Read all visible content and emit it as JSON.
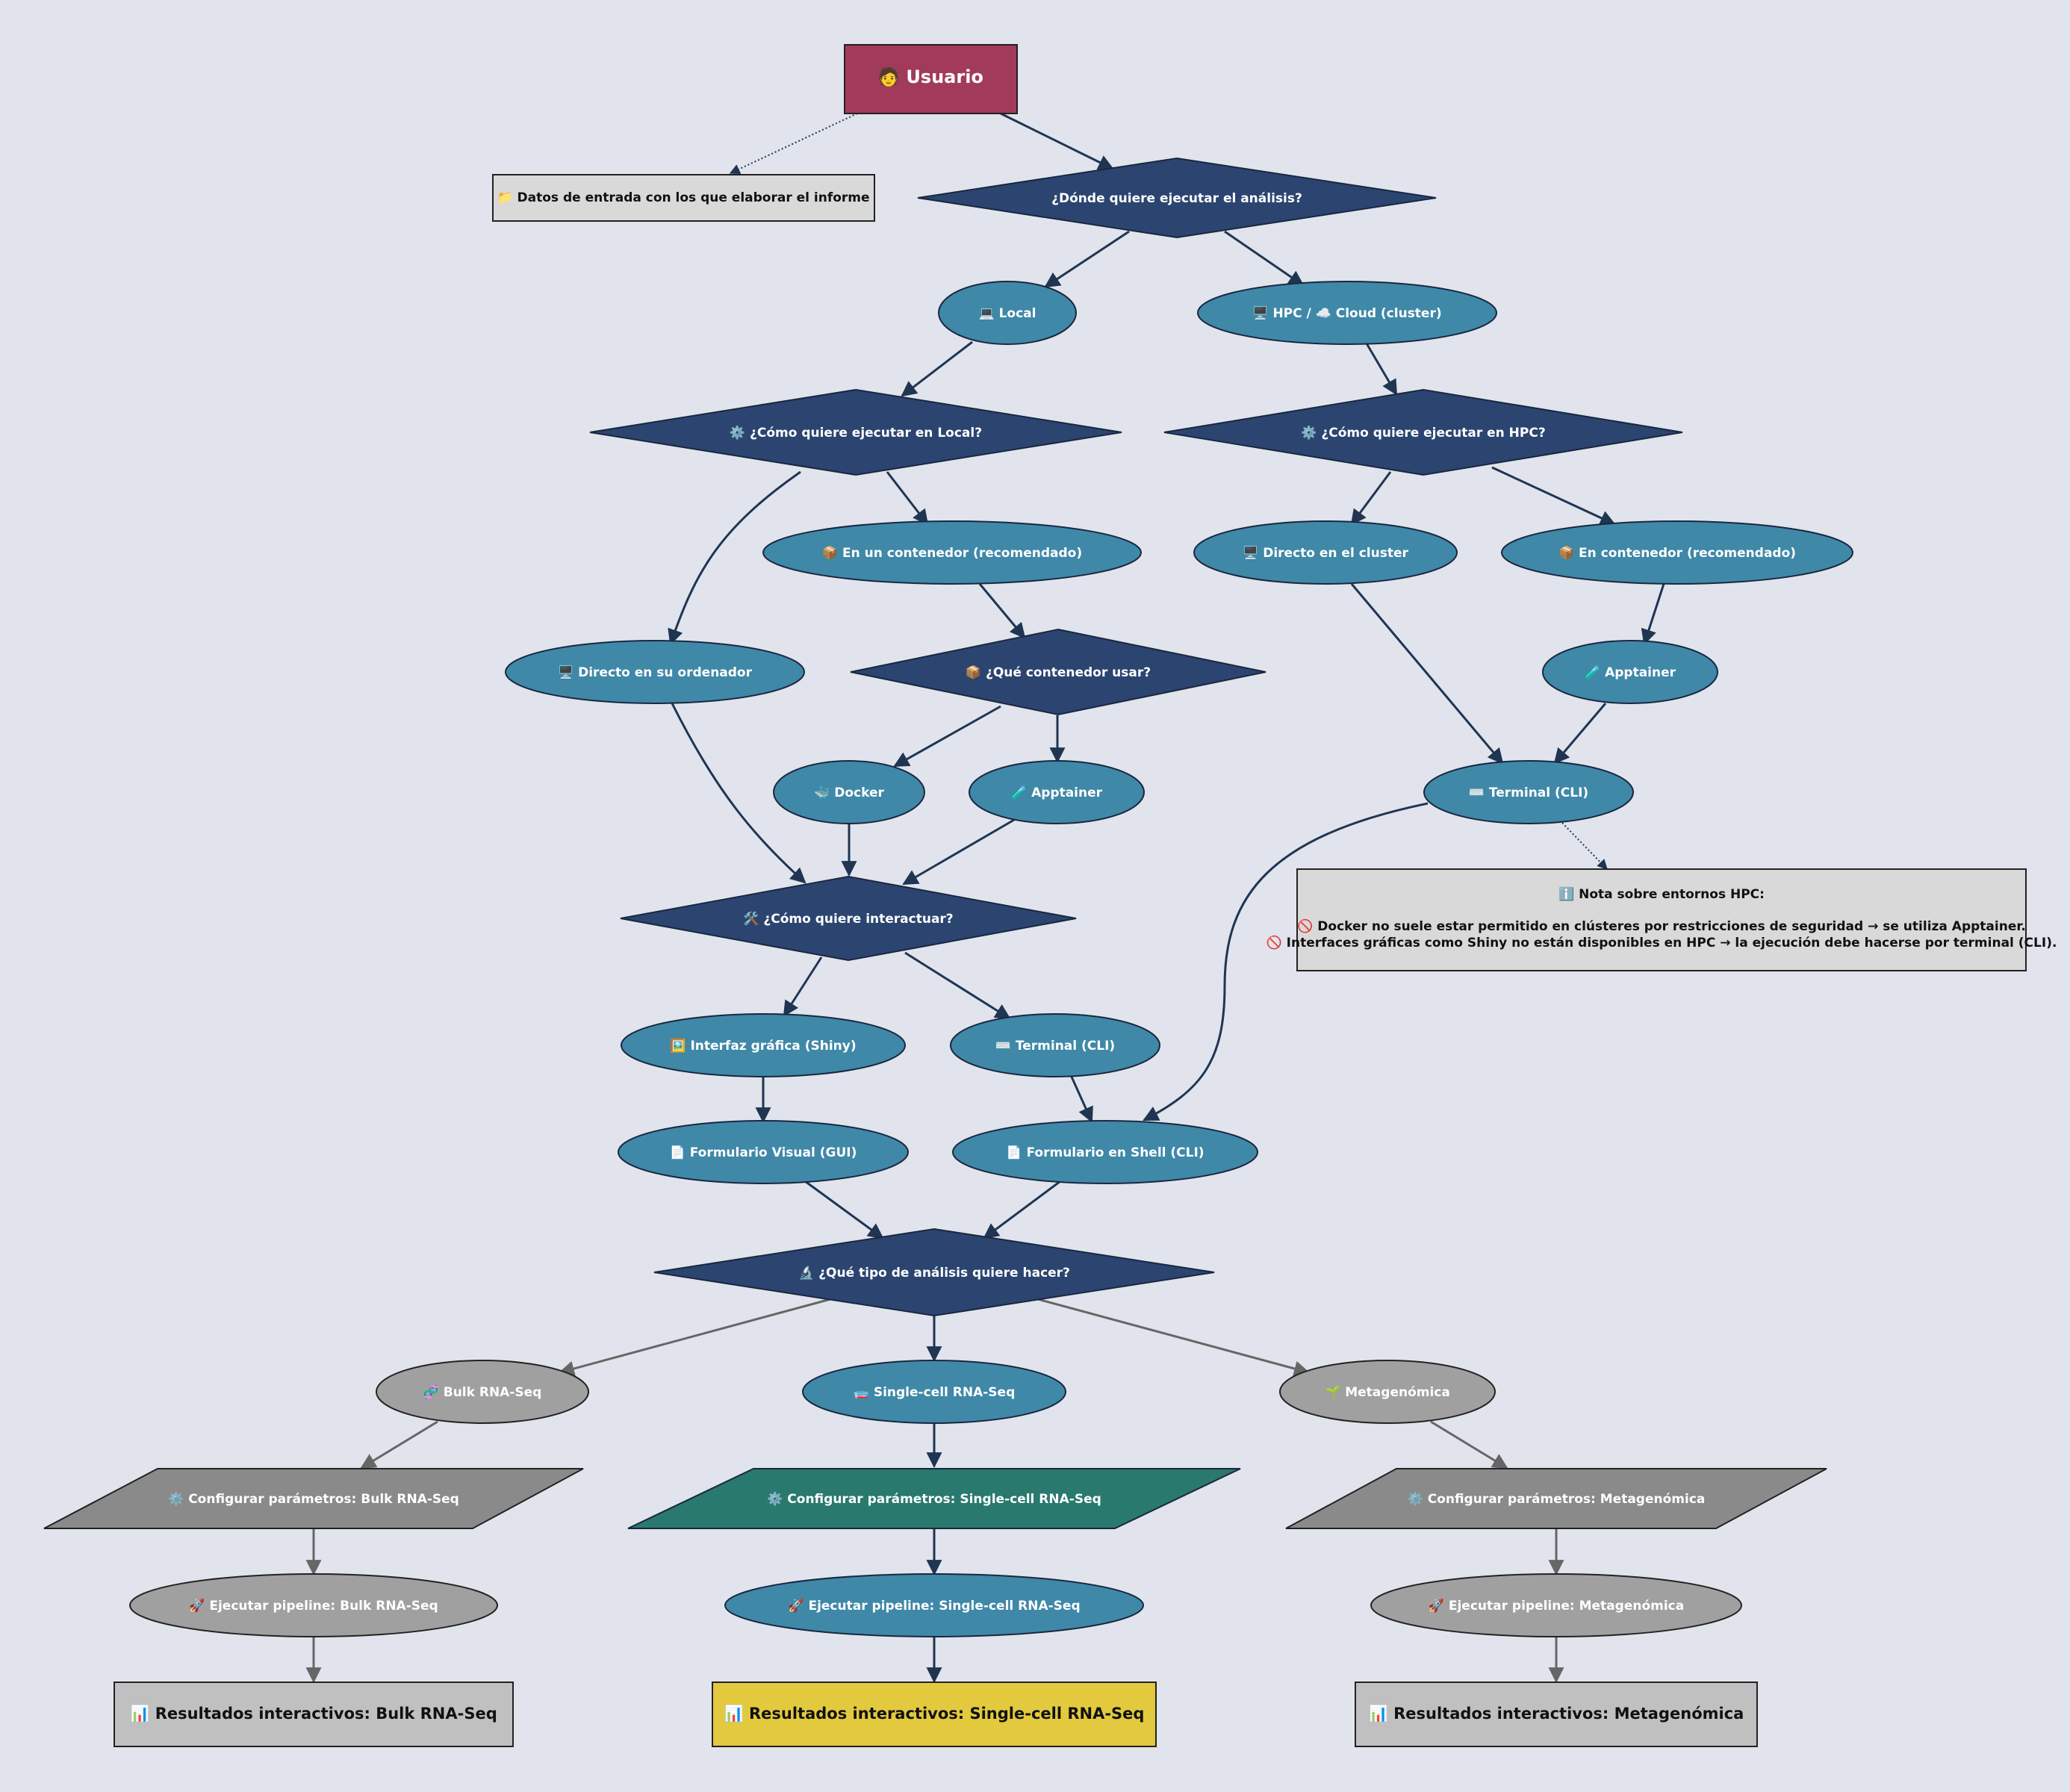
{
  "diagram": {
    "nodes": {
      "usuario": "🧑 Usuario",
      "datos": "📁 Datos de entrada con los que elaborar el informe",
      "donde": "¿Dónde quiere ejecutar el análisis?",
      "local": "💻 Local",
      "hpc_cloud": "🖥️ HPC / ☁️ Cloud (cluster)",
      "como_local": "⚙️ ¿Cómo quiere ejecutar en Local?",
      "como_hpc": "⚙️ ¿Cómo quiere ejecutar en HPC?",
      "contenedor_local": "📦 En un contenedor (recomendado)",
      "directo_cluster": "🖥️ Directo en el cluster",
      "contenedor_hpc": "📦 En contenedor (recomendado)",
      "directo_ordenador": "🖥️ Directo en su ordenador",
      "que_contenedor": "📦 ¿Qué contenedor usar?",
      "apptainer_hpc": "🧪 Apptainer",
      "docker": "🐳 Docker",
      "apptainer_local": "🧪 Apptainer",
      "terminal_hpc": "⌨️ Terminal (CLI)",
      "como_interactuar": "🛠️ ¿Cómo quiere interactuar?",
      "nota_title": "ℹ️ Nota sobre entornos HPC:",
      "nota_line1": "🚫 Docker no suele estar permitido en clústeres por restricciones de seguridad → se utiliza Apptainer.",
      "nota_line2": "🚫 Interfaces gráficas como Shiny no están disponibles en HPC → la ejecución debe hacerse por terminal (CLI).",
      "shiny": "🖼️ Interfaz gráfica (Shiny)",
      "terminal_local": "⌨️ Terminal (CLI)",
      "form_gui": "📄 Formulario Visual (GUI)",
      "form_cli": "📄 Formulario en Shell (CLI)",
      "tipo_analisis": "🔬 ¿Qué tipo de análisis quiere hacer?",
      "bulk": "🧬 Bulk RNA-Seq",
      "single": "🧫 Single-cell RNA-Seq",
      "meta": "🌱 Metagenómica",
      "conf_bulk": "⚙️ Configurar parámetros: Bulk RNA-Seq",
      "conf_single": "⚙️ Configurar parámetros: Single-cell RNA-Seq",
      "conf_meta": "⚙️ Configurar parámetros: Metagenómica",
      "pipe_bulk": "🚀 Ejecutar pipeline: Bulk RNA-Seq",
      "pipe_single": "🚀 Ejecutar pipeline: Single-cell RNA-Seq",
      "pipe_meta": "🚀 Ejecutar pipeline: Metagenómica",
      "res_bulk": "📊 Resultados interactivos: Bulk RNA-Seq",
      "res_single": "📊 Resultados interactivos: Single-cell RNA-Seq",
      "res_meta": "📊 Resultados interactivos: Metagenómica"
    },
    "colors": {
      "background": "#e1e4ec",
      "usuario_fill": "#a23b5b",
      "decision_fill": "#2b4570",
      "option_fill": "#3f88a8",
      "inactive_fill": "#a0a0a0",
      "inactive_para_fill": "#8a8a8a",
      "active_para_fill": "#29796f",
      "note_fill": "#d9d9d9",
      "result_inactive_fill": "#c0c0c0",
      "result_active_fill": "#e3c93e",
      "edge_active": "#1f3552",
      "edge_inactive": "#666666"
    }
  }
}
